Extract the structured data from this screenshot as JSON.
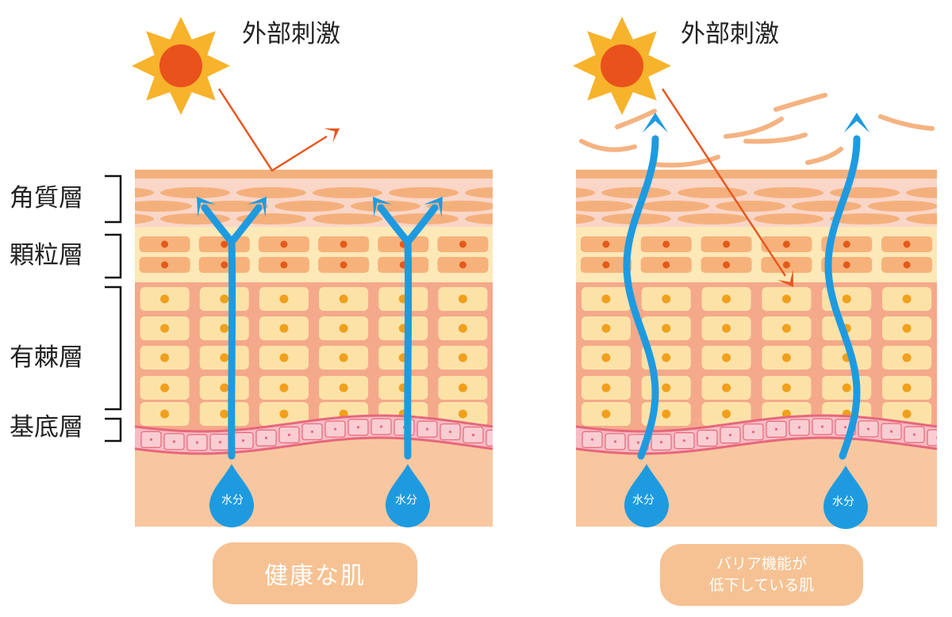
{
  "colors": {
    "sun_body": "#e9521c",
    "sun_rays": "#f7b32b",
    "arrow_red": "#e8571e",
    "water_blue": "#1e9be0",
    "stratum_corneum_band": "#fad6c8",
    "stratum_corneum_cell": "#f4b07c",
    "granular_band": "#fde8b8",
    "granular_cell": "#f6b27a",
    "granular_nucleus": "#e35a1a",
    "spinous_band": "#f4a98a",
    "spinous_cell": "#fde2a8",
    "spinous_nucleus": "#f0a01c",
    "basal_cell": "#f6bcc4",
    "basal_border": "#e6677a",
    "dermis": "#f8c7a0",
    "badge": "#f6c293"
  },
  "icons": [
    "sun-icon",
    "water-drop-icon"
  ],
  "layer_labels": {
    "corneum": "角質層",
    "granular": "顆粒層",
    "spinous": "有棘層",
    "basal": "基底層"
  },
  "panels": [
    {
      "id": "healthy",
      "stimulus_label": "外部刺激",
      "water_label": "水分",
      "caption_lines": [
        "健康な肌"
      ],
      "stimulus_reflected": true,
      "water_escapes": false
    },
    {
      "id": "damaged",
      "stimulus_label": "外部刺激",
      "water_label": "水分",
      "caption_lines": [
        "バリア機能が",
        "低下している肌"
      ],
      "stimulus_reflected": false,
      "water_escapes": true
    }
  ]
}
